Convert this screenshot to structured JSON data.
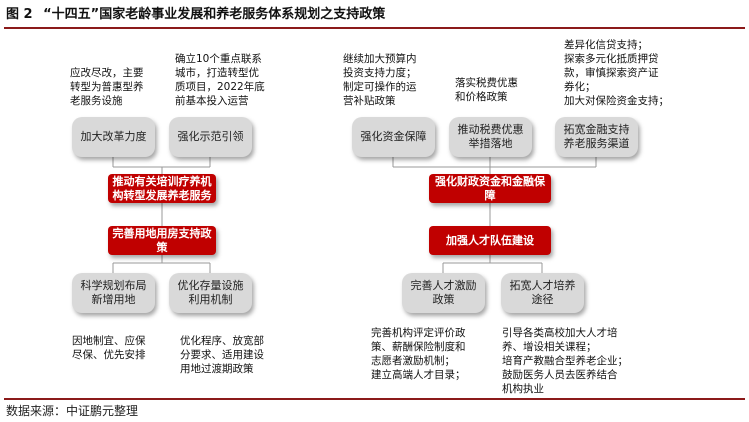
{
  "figure": {
    "label": "图 2",
    "title": "“十四五”国家老龄事业发展和养老服务体系规划之支持政策",
    "source": "数据来源：中证鹏元整理"
  },
  "left": {
    "hub1": "推动有关培训疗养机构转型发展养老服务",
    "hub2": "完善用地用房支持政策",
    "top_boxes": [
      "加大改革力度",
      "强化示范引领"
    ],
    "top_notes": [
      "应改尽改，主要\n转型为普惠型养\n老服务设施",
      "确立10个重点联系\n城市，打造转型优\n质项目，2022年底\n前基本投入运营"
    ],
    "bottom_boxes": [
      "科学规划布局\n新增用地",
      "优化存量设施\n利用机制"
    ],
    "bottom_notes": [
      "因地制宜、应保\n尽保、优先安排",
      "优化程序、放宽部\n分要求、适用建设\n用地过渡期政策"
    ]
  },
  "right": {
    "hub1": "强化财政资金和金融保障",
    "hub2": "加强人才队伍建设",
    "top_boxes": [
      "强化资金保障",
      "推动税费优惠\n举措落地",
      "拓宽金融支持\n养老服务渠道"
    ],
    "top_notes": [
      "继续加大预算内\n投资支持力度；\n制定可操作的运\n营补贴政策",
      "落实税费优惠\n和价格政策",
      "差异化信贷支持；\n探索多元化抵质押贷\n款，审慎探索资产证\n券化；\n加大对保险资金支持；"
    ],
    "bottom_boxes": [
      "完善人才激励\n政策",
      "拓宽人才培养\n途径"
    ],
    "bottom_notes": [
      "完善机构评定评价政\n策、薪酬保险制度和\n志愿者激励机制；\n建立高端人才目录；",
      "引导各类高校加大人才培\n养、增设相关课程；\n培育产教融合型养老企业；\n鼓励医务人员去医养结合\n机构执业"
    ]
  }
}
